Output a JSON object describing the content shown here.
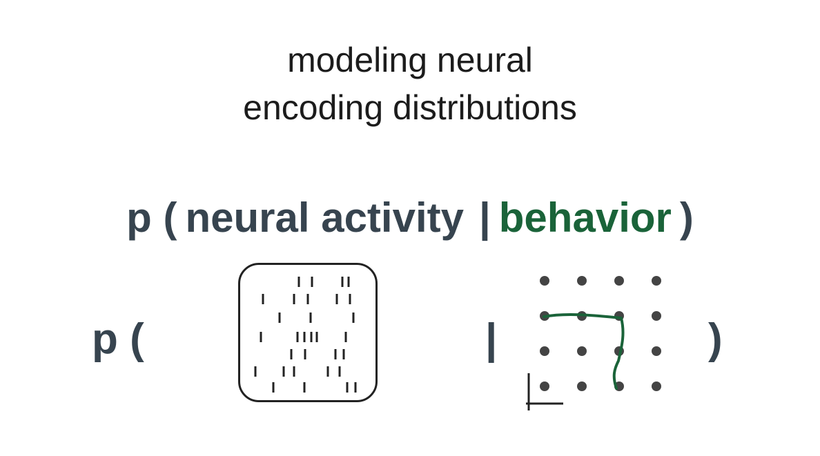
{
  "title": {
    "line1": "modeling neural",
    "line2": "encoding distributions"
  },
  "equation": {
    "p_open": "p (",
    "neural_activity": "neural activity",
    "bar": "|",
    "behavior": "behavior",
    "close": ")"
  },
  "visual_equation": {
    "p_open": "p (",
    "bar": "|",
    "close": ")"
  },
  "colors": {
    "text_dark": "#37444f",
    "behavior_green": "#1a6339",
    "dot_gray": "#444444",
    "title_black": "#1c1c1c"
  },
  "raster": {
    "icon": "spike-raster-icon"
  },
  "behavior_grid": {
    "icon": "dot-grid-trajectory-icon",
    "rows": 4,
    "cols": 4
  }
}
